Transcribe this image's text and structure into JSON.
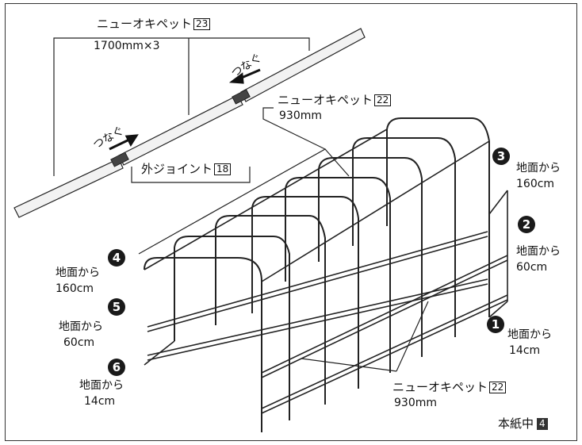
{
  "top_part": {
    "name": "ニューオキペット",
    "num": "23",
    "size": "1700mm×3"
  },
  "joint": {
    "name": "外ジョイント",
    "num": "18"
  },
  "tsunagu_1": "つなぐ",
  "tsunagu_2": "つなぐ",
  "arch_part_top": {
    "name": "ニューオキペット",
    "num": "22",
    "size": "930mm"
  },
  "arch_part_bottom": {
    "name": "ニューオキペット",
    "num": "22",
    "size": "930mm"
  },
  "heights": {
    "h1": {
      "marker": "1",
      "ground": "地面から",
      "height": "14cm"
    },
    "h2": {
      "marker": "2",
      "ground": "地面から",
      "height": "60cm"
    },
    "h3": {
      "marker": "3",
      "ground": "地面から",
      "height": "160cm"
    },
    "h4": {
      "marker": "4",
      "ground": "地面から",
      "height": "160cm"
    },
    "h5": {
      "marker": "5",
      "ground": "地面から",
      "height": "60cm"
    },
    "h6": {
      "marker": "6",
      "ground": "地面から",
      "height": "14cm"
    }
  },
  "footer": {
    "text": "本紙中",
    "num": "4"
  }
}
